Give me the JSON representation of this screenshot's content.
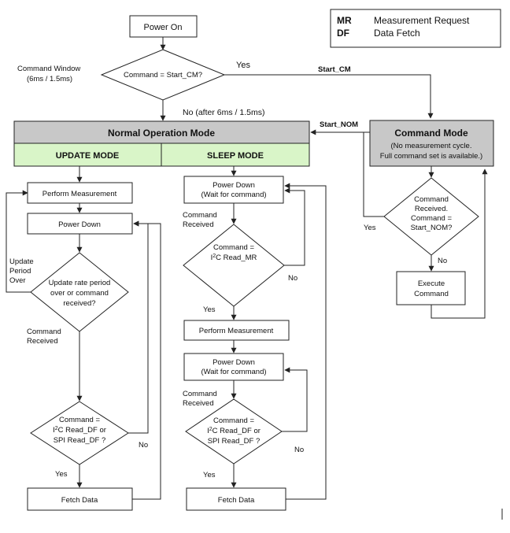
{
  "legend": {
    "items": [
      {
        "abbr": "MR",
        "text": "Measurement Request"
      },
      {
        "abbr": "DF",
        "text": "Data Fetch"
      }
    ]
  },
  "top": {
    "power_on": "Power On",
    "command_window_l1": "Command Window",
    "command_window_l2": "(6ms / 1.5ms)",
    "start_cm_check": "Command = Start_CM?",
    "yes": "Yes",
    "start_cm_label": "Start_CM",
    "no_after": "No (after 6ms / 1.5ms)",
    "start_nom_label": "Start_NOM"
  },
  "normal_mode": {
    "title": "Normal Operation Mode",
    "update_mode": "UPDATE MODE",
    "sleep_mode": "SLEEP MODE"
  },
  "update_col": {
    "perform_measurement": "Perform Measurement",
    "power_down": "Power Down",
    "update_period_l1": "Update",
    "update_period_l2": "Period",
    "update_period_l3": "Over",
    "decision_l1": "Update rate period",
    "decision_l2": "over or command",
    "decision_l3": "received?",
    "cmd_received_l1": "Command",
    "cmd_received_l2": "Received",
    "fetch_dec_l1": "Command =",
    "fetch_dec_l2_pre": "I",
    "fetch_dec_l2_sup": "2",
    "fetch_dec_l2_post": "C Read_DF or",
    "fetch_dec_l3": "SPI Read_DF ?",
    "no": "No",
    "yes": "Yes",
    "fetch_data": "Fetch Data"
  },
  "sleep_col": {
    "power_down_l1": "Power Down",
    "power_down_l2": "(Wait for command)",
    "cmd_received_l1": "Command",
    "cmd_received_l2": "Received",
    "mr_dec_l1": "Command =",
    "mr_dec_l2_pre": "I",
    "mr_dec_l2_sup": "2",
    "mr_dec_l2_post": "C Read_MR",
    "no1": "No",
    "yes1": "Yes",
    "perform_measurement": "Perform Measurement",
    "power_down2_l1": "Power Down",
    "power_down2_l2": "(Wait for command)",
    "cmd_received2_l1": "Command",
    "cmd_received2_l2": "Received",
    "df_dec_l1": "Command =",
    "df_dec_l2_pre": "I",
    "df_dec_l2_sup": "2",
    "df_dec_l2_post": "C Read_DF or",
    "df_dec_l3": "SPI Read_DF ?",
    "no2": "No",
    "yes2": "Yes",
    "fetch_data": "Fetch Data"
  },
  "command_mode": {
    "title": "Command Mode",
    "sub_l1": "(No measurement cycle.",
    "sub_l2": "Full command set is available.)",
    "dec_l1": "Command",
    "dec_l2": "Received.",
    "dec_l3": "Command =",
    "dec_l4": "Start_NOM?",
    "yes": "Yes",
    "no": "No",
    "execute_l1": "Execute",
    "execute_l2": "Command"
  },
  "colors": {
    "gray_header": "#c8c8c8",
    "green_header": "#d9f5c8",
    "line": "#222222"
  }
}
